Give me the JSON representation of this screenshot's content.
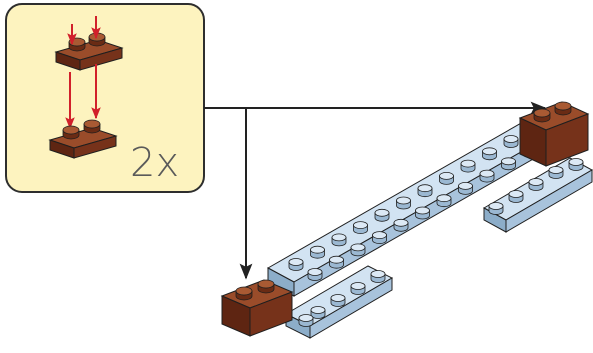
{
  "substep": {
    "quantity_label": "2x",
    "background_color": "#fdf3bf",
    "border_color": "#2e2e2e"
  },
  "colors": {
    "brown_top": "#9a4c2a",
    "brown_left": "#5e2512",
    "brown_right": "#76321a",
    "blue_top": "#d2e3f2",
    "blue_left": "#8cadc9",
    "blue_right": "#a8c3dc",
    "insert_arrow": "#d1202a",
    "placement_arrow": "#222222",
    "outline": "#1f1f1f"
  },
  "parts": {
    "brown_plate_1x2": "brown-plate-1x2",
    "light_blue_plate_long": "light-blue-plate",
    "light_blue_plate_short": "light-blue-plate"
  }
}
